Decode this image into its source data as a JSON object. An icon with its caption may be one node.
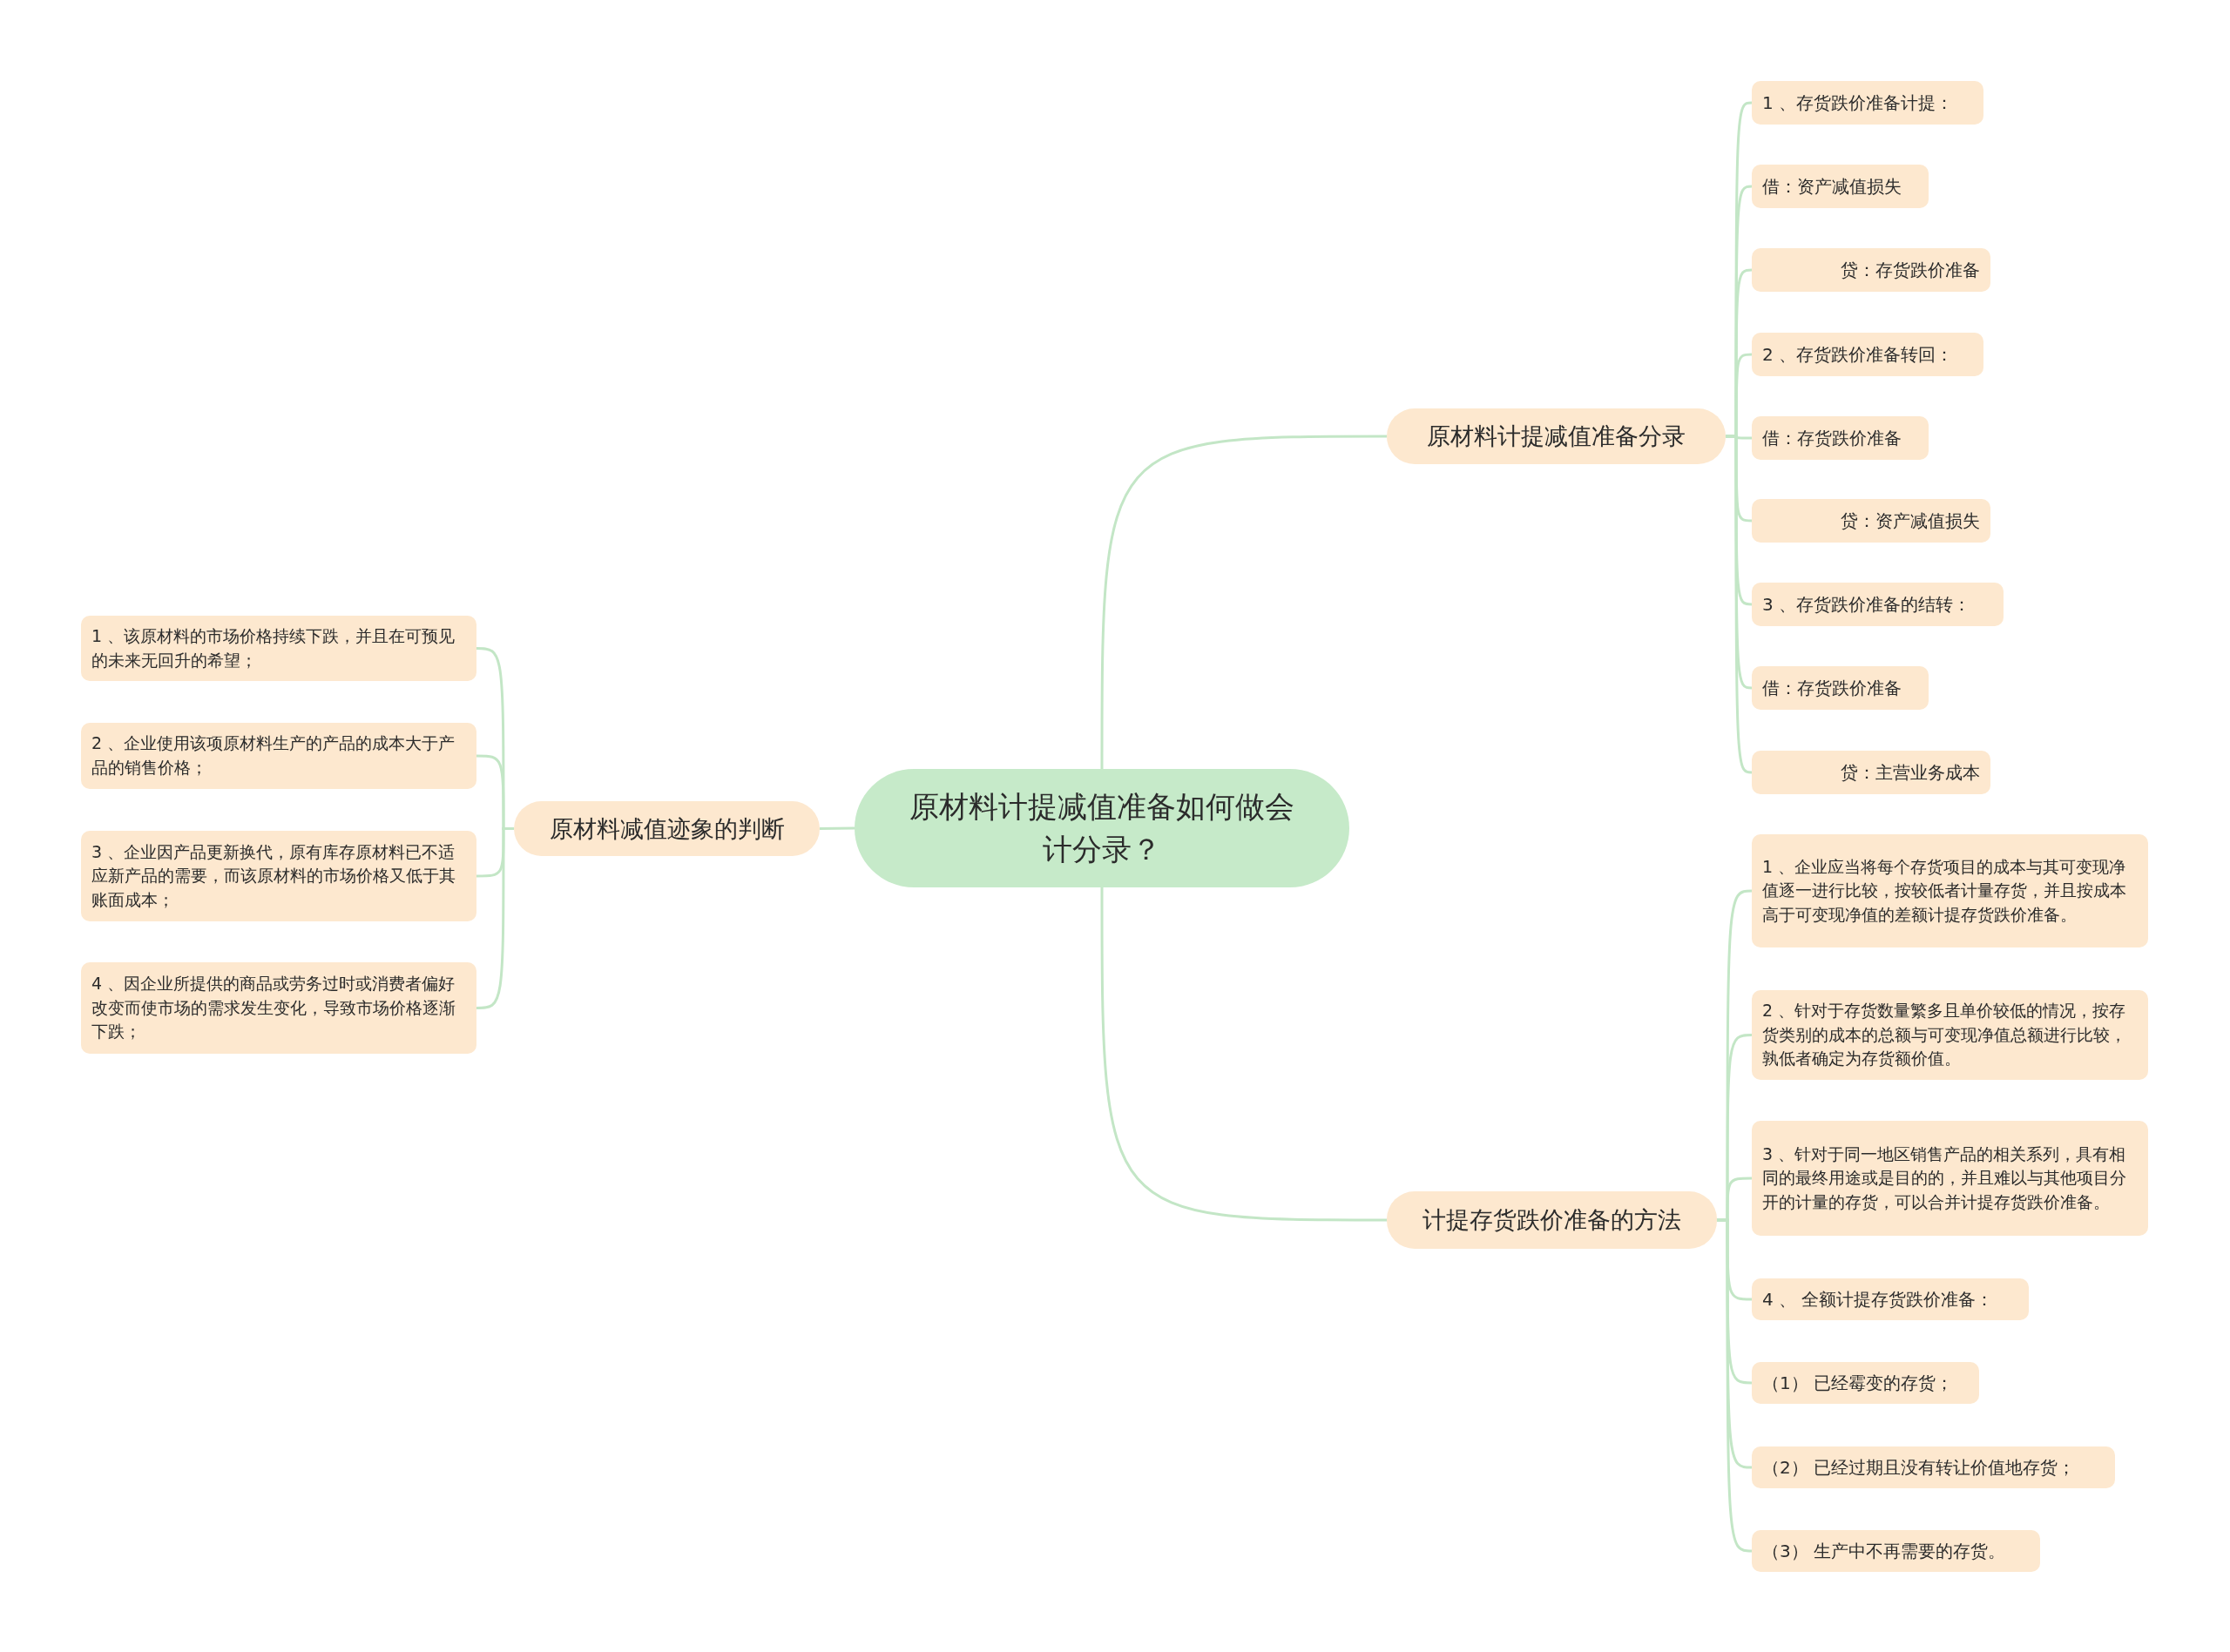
{
  "diagram": {
    "nodes": [
      {
        "text": [
          "原材料计提减值准备如何做会计分录？"
        ]
      },
      {
        "text": [
          "原材料计提减值准备分录"
        ]
      },
      {
        "text": [
          "1 、存货跌价准备计提："
        ]
      },
      {
        "text": [
          "借：资产减值损失"
        ]
      },
      {
        "text": [
          "贷：存货跌价准备"
        ]
      },
      {
        "text": [
          "2 、存货跌价准备转回："
        ]
      },
      {
        "text": [
          "借：存货跌价准备"
        ]
      },
      {
        "text": [
          "贷：资产减值损失"
        ]
      },
      {
        "text": [
          "3 、存货跌价准备的结转："
        ]
      },
      {
        "text": [
          "借：存货跌价准备"
        ]
      },
      {
        "text": [
          "贷：主营业务成本"
        ]
      },
      {
        "text": [
          "计提存货跌价准备的方法"
        ]
      },
      {
        "text": [
          "1 、企业应当将每个存货项目的成本与其可变现净值逐一进行比较，按较低者计量存货，并且按成本高于可变现净值的差额计提存货跌价准备。"
        ]
      },
      {
        "text": [
          "2 、针对于存货数量繁多且单价较低的情况，按存货类别的成本的总额与可变现净值总额进行比较，孰低者确定为存货额价值。"
        ]
      },
      {
        "text": [
          "3 、针对于同一地区销售产品的相关系列，具有相同的最终用途或是目的的，并且难以与其他项目分开的计量的存货，可以合并计提存货跌价准备。"
        ]
      },
      {
        "text": [
          "4 、 全额计提存货跌价准备："
        ]
      },
      {
        "text": [
          "（1） 已经霉变的存货；"
        ]
      },
      {
        "text": [
          "（2） 已经过期且没有转让价值地存货；"
        ]
      },
      {
        "text": [
          "（3） 生产中不再需要的存货。"
        ]
      },
      {
        "text": [
          "原材料减值迹象的判断"
        ]
      },
      {
        "text": [
          "1 、该原材料的市场价格持续下跌，并且在可预见的未来无回升的希望；"
        ]
      },
      {
        "text": [
          "2 、企业使用该项原材料生产的产品的成本大于产品的销售价格；"
        ]
      },
      {
        "text": [
          "3 、企业因产品更新换代，原有库存原材料已不适应新产品的需要，而该原材料的市场价格又低于其账面成本；"
        ]
      },
      {
        "text": [
          "4 、因企业所提供的商品或劳务过时或消费者偏好改变而使市场的需求发生变化，导致市场价格逐渐下跌；"
        ]
      }
    ],
    "edges": [
      {
        "from": 0,
        "to": 1,
        "arrow": "none"
      },
      {
        "from": 1,
        "to": 2,
        "arrow": "none"
      },
      {
        "from": 1,
        "to": 3,
        "arrow": "none"
      },
      {
        "from": 1,
        "to": 4,
        "arrow": "none"
      },
      {
        "from": 1,
        "to": 5,
        "arrow": "none"
      },
      {
        "from": 1,
        "to": 6,
        "arrow": "none"
      },
      {
        "from": 1,
        "to": 7,
        "arrow": "none"
      },
      {
        "from": 1,
        "to": 8,
        "arrow": "none"
      },
      {
        "from": 1,
        "to": 9,
        "arrow": "none"
      },
      {
        "from": 1,
        "to": 10,
        "arrow": "none"
      },
      {
        "from": 0,
        "to": 11,
        "arrow": "none"
      },
      {
        "from": 11,
        "to": 12,
        "arrow": "none"
      },
      {
        "from": 11,
        "to": 13,
        "arrow": "none"
      },
      {
        "from": 11,
        "to": 14,
        "arrow": "none"
      },
      {
        "from": 11,
        "to": 15,
        "arrow": "none"
      },
      {
        "from": 11,
        "to": 16,
        "arrow": "none"
      },
      {
        "from": 11,
        "to": 17,
        "arrow": "none"
      },
      {
        "from": 11,
        "to": 18,
        "arrow": "none"
      },
      {
        "from": 0,
        "to": 19,
        "arrow": "none"
      },
      {
        "from": 19,
        "to": 20,
        "arrow": "none"
      },
      {
        "from": 19,
        "to": 21,
        "arrow": "none"
      },
      {
        "from": 19,
        "to": 22,
        "arrow": "none"
      },
      {
        "from": 19,
        "to": 23,
        "arrow": "none"
      }
    ]
  }
}
